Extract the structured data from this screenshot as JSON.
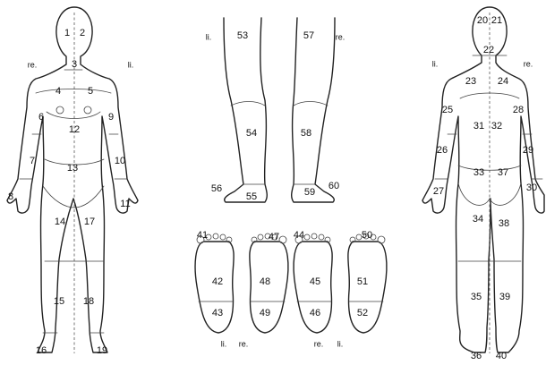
{
  "diagram": {
    "figures": [
      {
        "name": "front-body",
        "side_labels": [
          "re.",
          "li."
        ]
      },
      {
        "name": "legs-side-view",
        "side_labels": [
          "li.",
          "re."
        ]
      },
      {
        "name": "soles",
        "side_labels": [
          "li.",
          "re.",
          "re.",
          "li."
        ]
      },
      {
        "name": "back-body",
        "side_labels": [
          "li.",
          "re."
        ]
      }
    ],
    "regions": [
      "1",
      "2",
      "3",
      "4",
      "5",
      "6",
      "7",
      "8",
      "9",
      "10",
      "11",
      "12",
      "13",
      "14",
      "15",
      "16",
      "17",
      "18",
      "19",
      "20",
      "21",
      "22",
      "23",
      "24",
      "25",
      "26",
      "27",
      "28",
      "29",
      "30",
      "31",
      "32",
      "33",
      "34",
      "35",
      "36",
      "37",
      "38",
      "39",
      "40",
      "41",
      "42",
      "43",
      "44",
      "45",
      "46",
      "47",
      "48",
      "49",
      "50",
      "51",
      "52",
      "53",
      "54",
      "55",
      "56",
      "57",
      "58",
      "59",
      "60"
    ]
  }
}
